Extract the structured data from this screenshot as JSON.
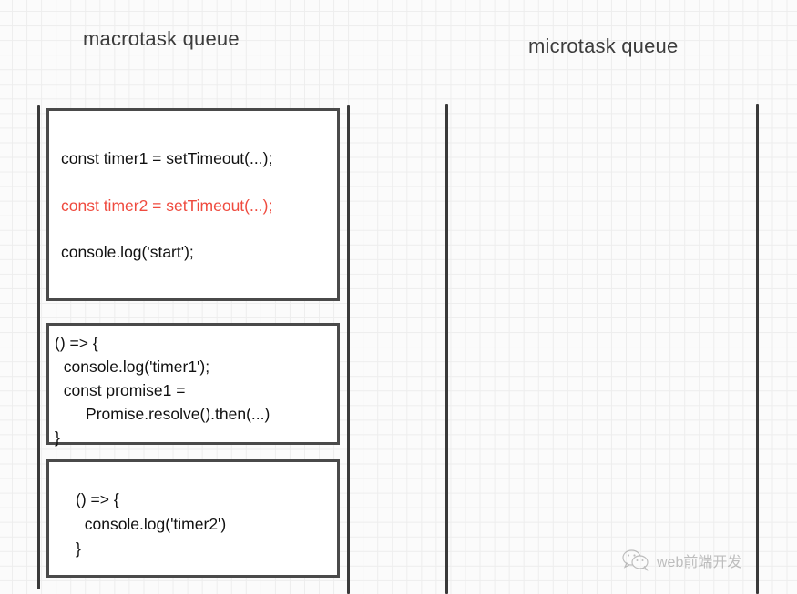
{
  "diagram": {
    "type": "event-loop-queue-diagram",
    "columns": [
      {
        "id": "macrotask",
        "title": "macrotask queue"
      },
      {
        "id": "microtask",
        "title": "microtask queue"
      }
    ],
    "accent_red": "#ef4b3f",
    "ink": "#111111",
    "rail_color": "#3a3a3a",
    "grid_color": "#ededed",
    "background": "#fbfbfb"
  },
  "macrotask_queue": {
    "title": "macrotask queue",
    "items": [
      {
        "id": "script-task",
        "lines": [
          {
            "text": "const timer1 = setTimeout(...);",
            "color": "black"
          },
          {
            "text": "const timer2 = setTimeout(...);",
            "color": "red"
          },
          {
            "text": "console.log('start');",
            "color": "black"
          }
        ]
      },
      {
        "id": "timer1-callback",
        "lines": [
          {
            "text": "() => {",
            "color": "black"
          },
          {
            "text": "  console.log('timer1');",
            "color": "black"
          },
          {
            "text": "  const promise1 =",
            "color": "black"
          },
          {
            "text": "       Promise.resolve().then(...)",
            "color": "black"
          },
          {
            "text": "}",
            "color": "black"
          }
        ]
      },
      {
        "id": "timer2-callback",
        "lines": [
          {
            "text": "() => {",
            "color": "black"
          },
          {
            "text": "  console.log('timer2')",
            "color": "black"
          },
          {
            "text": "}",
            "color": "black"
          }
        ]
      }
    ]
  },
  "microtask_queue": {
    "title": "microtask queue",
    "items": []
  },
  "watermark": {
    "label": "web前端开发",
    "icon": "wechat-icon"
  }
}
